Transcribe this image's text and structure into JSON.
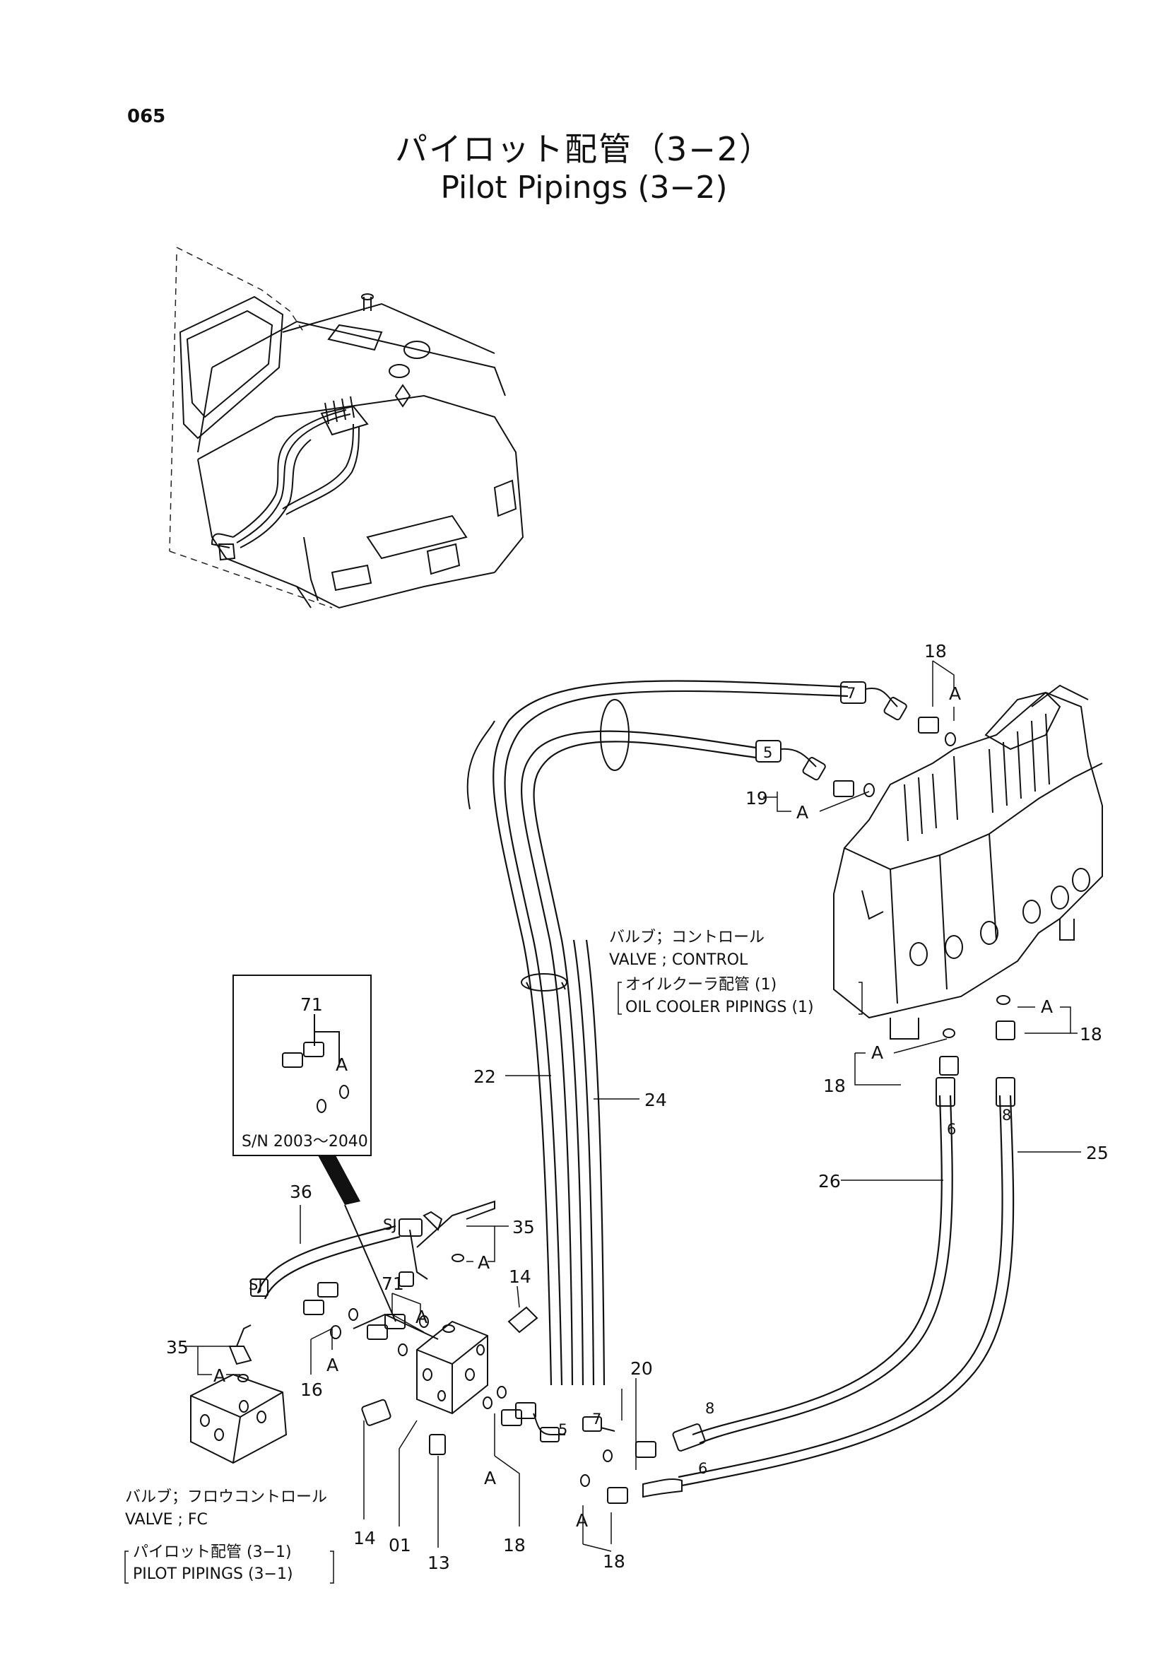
{
  "page_number": "065",
  "title_jp": "パイロット配管（3−2）",
  "title_en": "Pilot Pipings (3−2)",
  "inset": {
    "serial_range": "S/N 2003～2040",
    "part": "71",
    "marker": "A"
  },
  "control_valve_note": {
    "jp": "バルブ；コントロール",
    "en": "VALVE ; CONTROL",
    "ref_jp": "オイルクーラ配管 (1)",
    "ref_en": "OIL COOLER PIPINGS (1)"
  },
  "fc_valve_note": {
    "jp": "バルブ；フロウコントロール",
    "en": "VALVE ; FC",
    "ref_jp": "パイロット配管 (3−1)",
    "ref_en": "PILOT PIPINGS (3−1)"
  },
  "callouts": {
    "p18_top": "18",
    "a_top": "A",
    "p19": "19",
    "a_19": "A",
    "p22": "22",
    "p24": "24",
    "p18_right": "18",
    "a_right": "A",
    "a_left18": "A",
    "p18_left": "18",
    "p26": "26",
    "p25": "25",
    "p36": "36",
    "p35_right": "35",
    "a_35right": "A",
    "p14_top": "14",
    "p71": "71",
    "a_71": "A",
    "p35_left": "35",
    "a_35left": "A",
    "p16": "16",
    "a_16": "A",
    "p20": "20",
    "a_mid": "A",
    "p18_mid": "18",
    "p14_bottom": "14",
    "p01": "01",
    "p13": "13",
    "a_bottom": "A",
    "p18_bottom": "18"
  },
  "hose_marks": {
    "h7": "7",
    "h5": "5",
    "h6a": "6",
    "h8a": "8",
    "h8b": "8",
    "h6b": "6",
    "h5b": "5",
    "h7b": "7",
    "sj1": "SJ",
    "sj2": "SJ"
  }
}
